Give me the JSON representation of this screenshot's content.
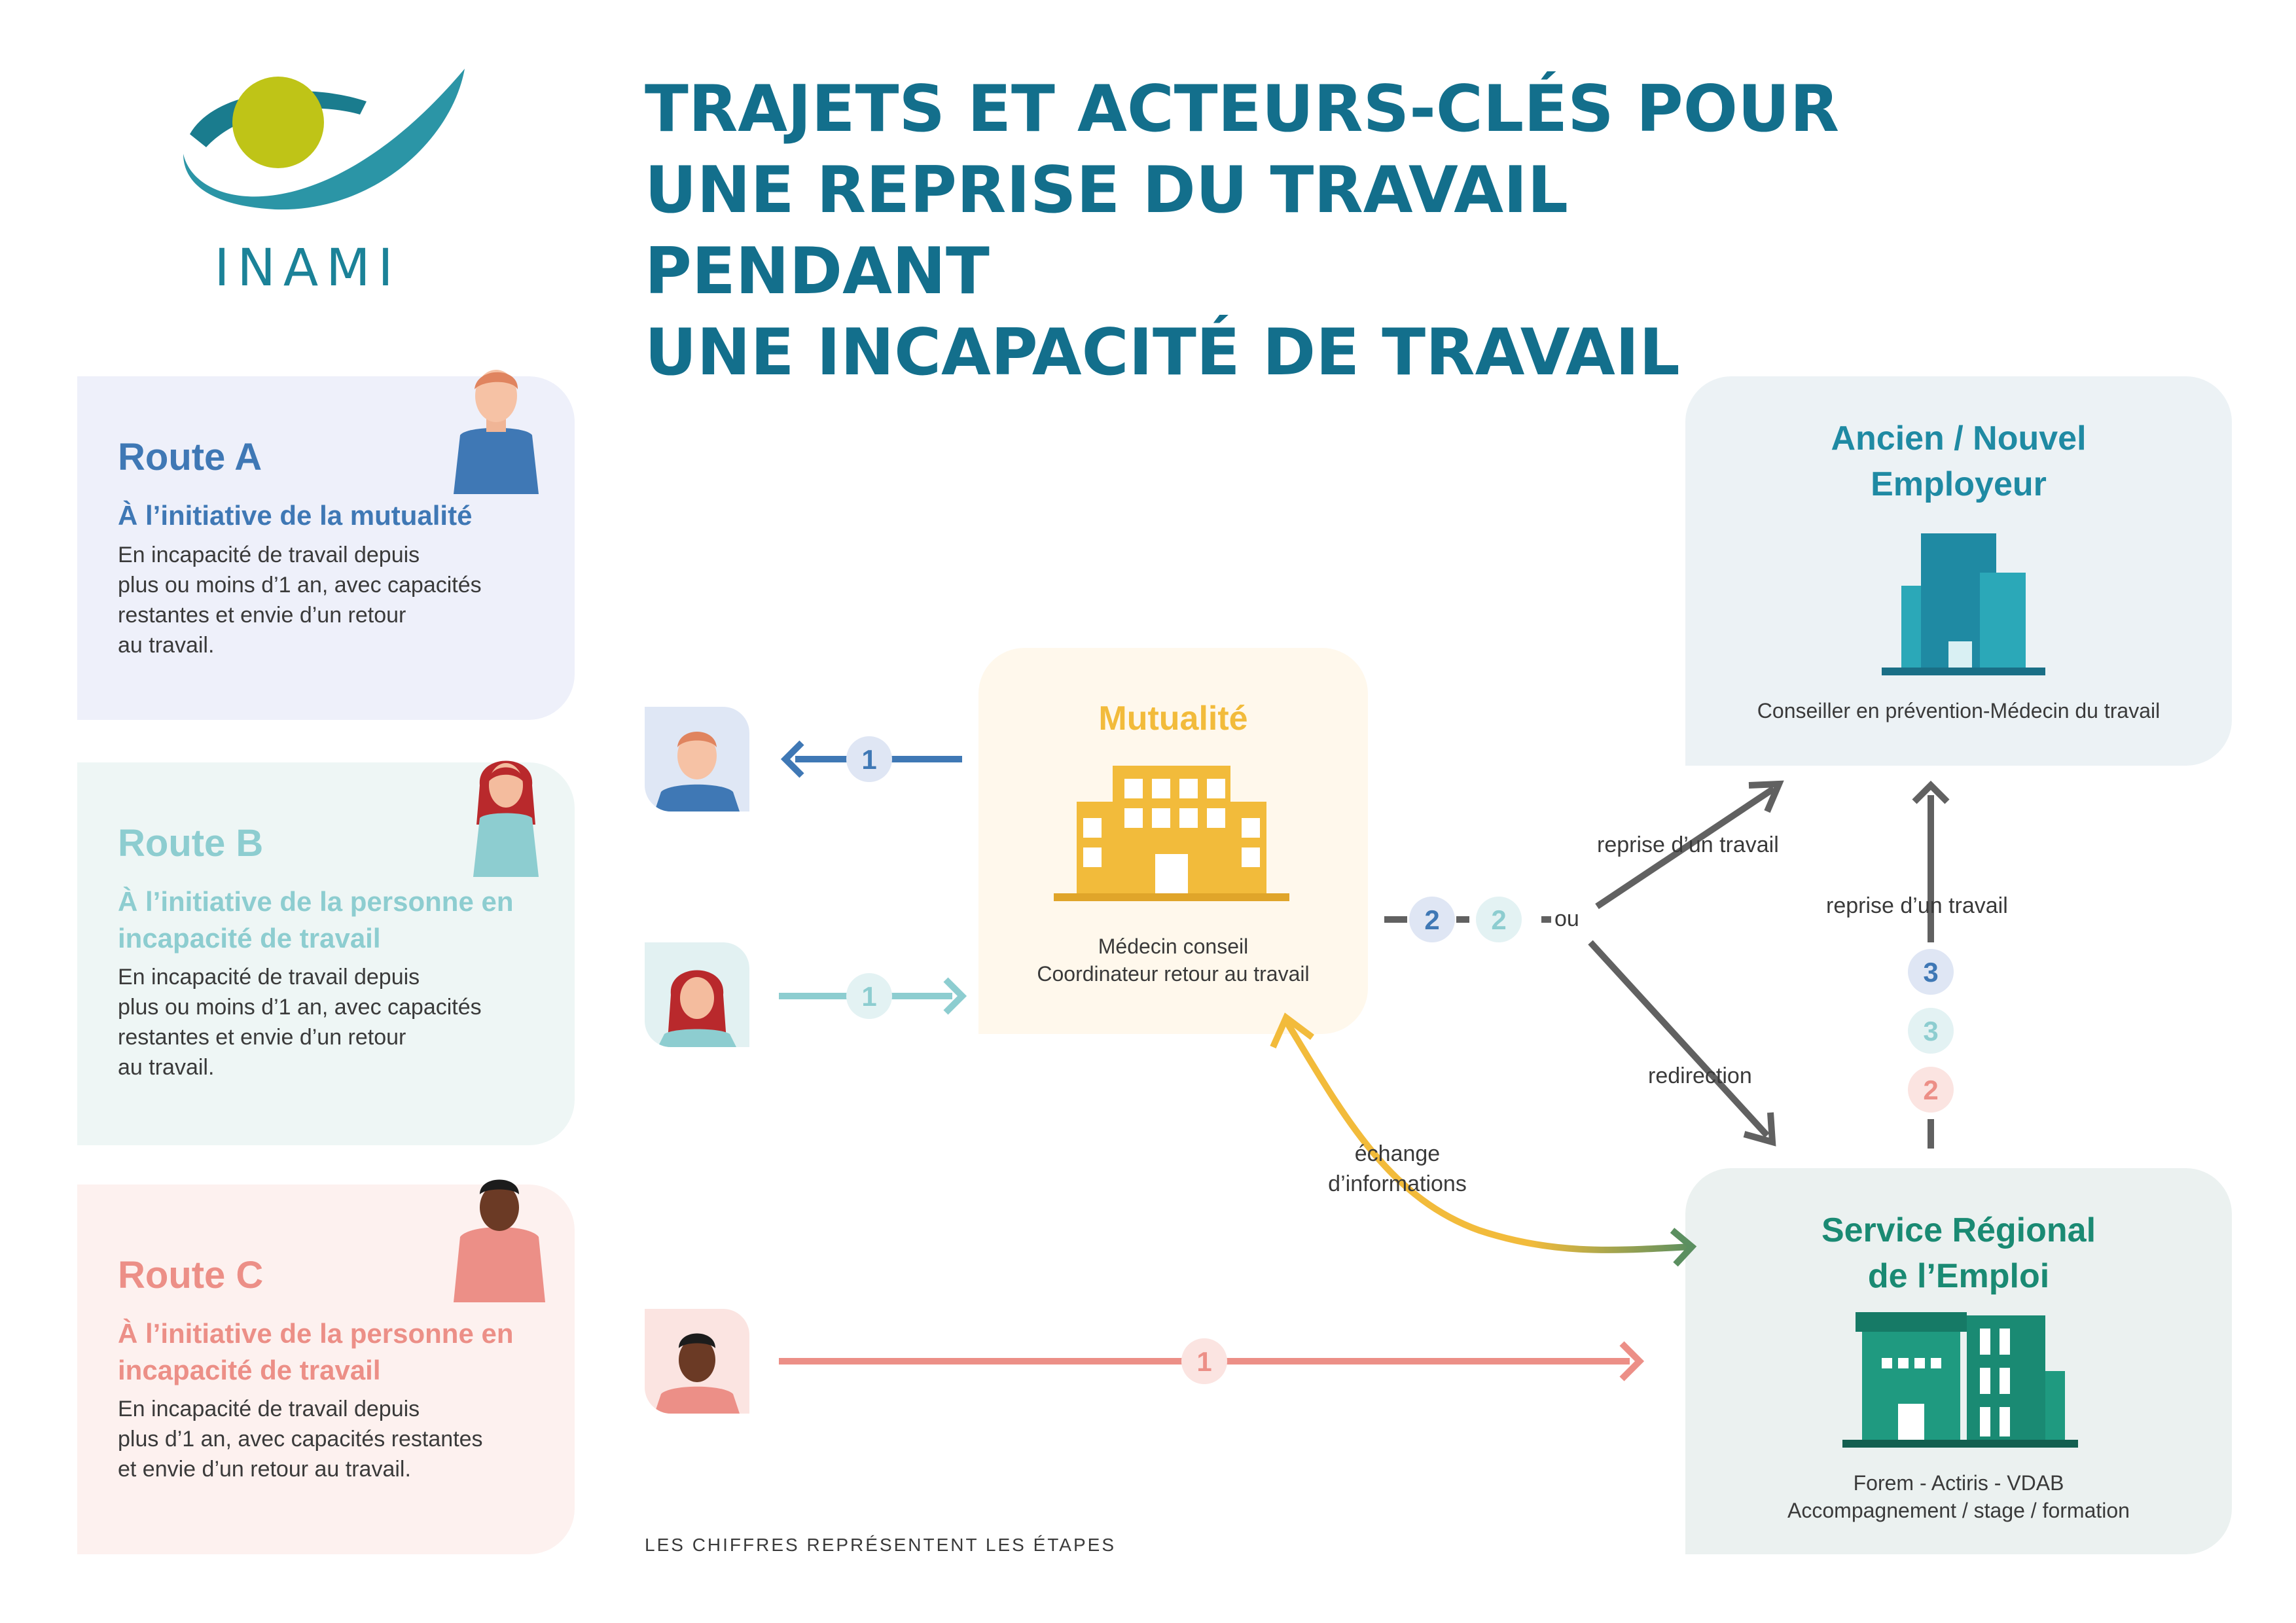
{
  "logo": {
    "text": "INAMI",
    "colors": {
      "teal": "#2b95a6",
      "dark_teal": "#1a7c8e",
      "yellow": "#bfc417"
    }
  },
  "title_lines": [
    "TRAJETS ET ACTEURS-CLÉS POUR",
    "UNE REPRISE DU TRAVAIL PENDANT",
    "UNE INCAPACITÉ DE TRAVAIL"
  ],
  "routes": [
    {
      "title": "Route A",
      "subtitle": "À l’initiative de la mutualité",
      "description": [
        "En incapacité de travail depuis",
        "plus ou moins d’1 an, avec capacités",
        "restantes et envie d’un retour",
        "au travail."
      ],
      "color": "#3f78b5"
    },
    {
      "title": "Route B",
      "subtitle": "À l’initiative de la personne en incapacité de travail",
      "description": [
        "En incapacité de travail depuis",
        "plus ou moins d’1 an, avec capacités",
        "restantes et envie d’un retour",
        "au travail."
      ],
      "color": "#8dcdd0"
    },
    {
      "title": "Route C",
      "subtitle": "À l’initiative de la personne en incapacité de travail",
      "description": [
        "En incapacité de travail depuis",
        "plus d’1 an, avec capacités restantes",
        "et envie d’un retour au travail."
      ],
      "color": "#ec8f87"
    }
  ],
  "mutualite": {
    "title": "Mutualité",
    "lines": [
      "Médecin conseil",
      "Coordinateur retour au travail"
    ],
    "color": "#f2bb3b"
  },
  "employeur": {
    "title_lines": [
      "Ancien / Nouvel",
      "Employeur"
    ],
    "subtitle": "Conseiller en prévention-Médecin du travail",
    "color": "#1f8aa3"
  },
  "sre": {
    "title_lines": [
      "Service Régional",
      "de l’Emploi"
    ],
    "lines": [
      "Forem - Actiris - VDAB",
      "Accompagnement / stage / formation"
    ],
    "color": "#1a8a73"
  },
  "step_labels": {
    "a1": "1",
    "b1": "1",
    "c1": "1",
    "a2": "2",
    "b2": "2",
    "a3": "3",
    "b3": "3",
    "c2": "2"
  },
  "flow_labels": {
    "ou": "ou",
    "reprise_diag": "reprise d’un travail",
    "redirection": "redirection",
    "reprise_vertical": "reprise d’un travail",
    "echange": [
      "échange",
      "d’informations"
    ]
  },
  "footnote": "LES CHIFFRES REPRÉSENTENT LES ÉTAPES"
}
